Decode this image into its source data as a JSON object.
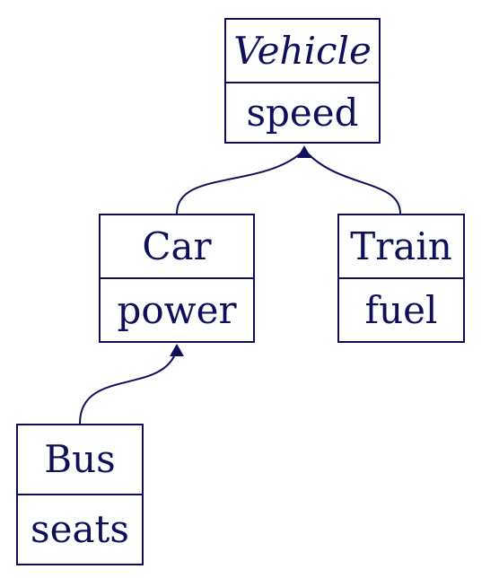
{
  "colors": {
    "stroke": "#0f0f5c",
    "text": "#0f0f5c",
    "background": "#ffffff"
  },
  "classes": {
    "vehicle": {
      "name": "Vehicle",
      "attribute": "speed",
      "abstract": true
    },
    "car": {
      "name": "Car",
      "attribute": "power"
    },
    "train": {
      "name": "Train",
      "attribute": "fuel"
    },
    "bus": {
      "name": "Bus",
      "attribute": "seats"
    }
  },
  "edges": [
    {
      "from": "Car",
      "to": "Vehicle",
      "arrow": "filled-triangle"
    },
    {
      "from": "Train",
      "to": "Vehicle",
      "arrow": "filled-triangle"
    },
    {
      "from": "Bus",
      "to": "Car",
      "arrow": "filled-triangle"
    }
  ]
}
